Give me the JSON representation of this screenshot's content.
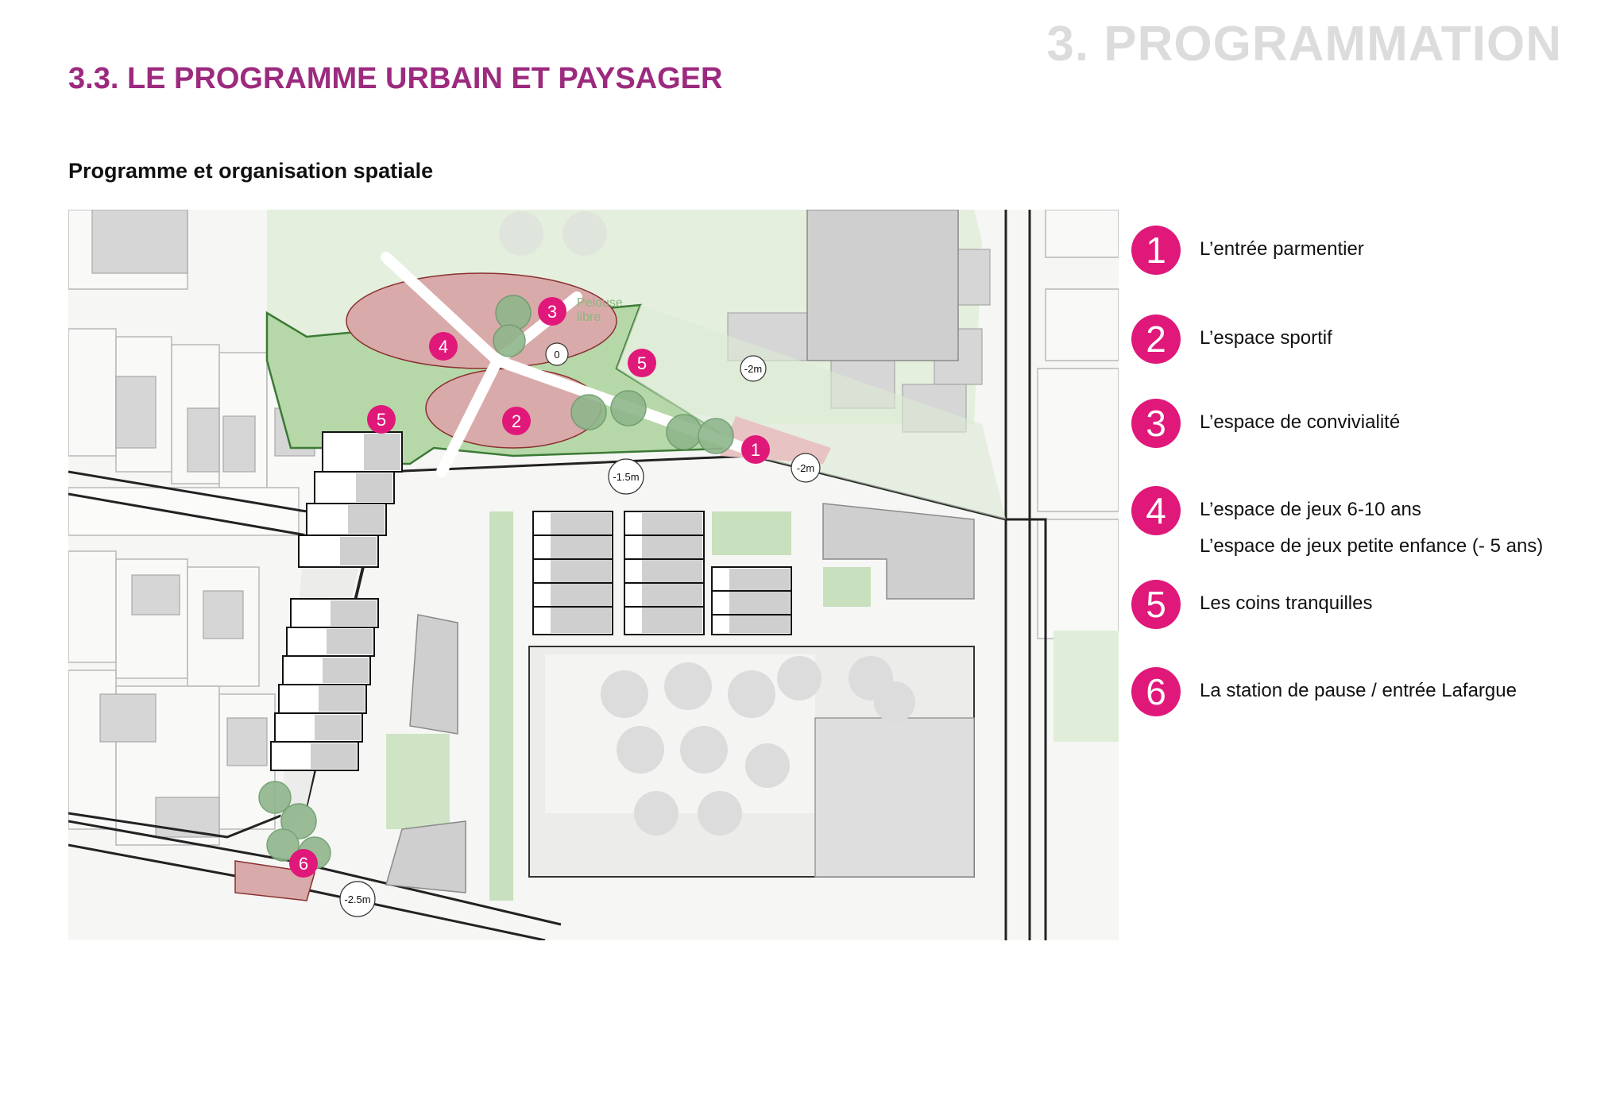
{
  "header": {
    "section": "3. PROGRAMMATION",
    "subtitle": "3.3. LE PROGRAMME URBAIN ET PAYSAGER",
    "heading": "Programme et organisation spatiale"
  },
  "map": {
    "labels": {
      "pelouse_line1": "Pelouse",
      "pelouse_line2": "libre",
      "level_0": "0",
      "level_minus2_a": "-2m",
      "level_minus2_b": "-2m",
      "level_minus15": "-1.5m",
      "level_minus25": "-2.5m"
    },
    "markers": [
      "1",
      "2",
      "3",
      "4",
      "5",
      "5",
      "6"
    ],
    "colors": {
      "accent": "#e0187a",
      "green_zone": "#b6d8a8",
      "pink_zone": "#d9aaaa",
      "buildings": "#d0d0d0",
      "background": "#f6f6f4"
    }
  },
  "legend": [
    {
      "num": "1",
      "label": "L’entrée parmentier"
    },
    {
      "num": "2",
      "label": "L’espace sportif"
    },
    {
      "num": "3",
      "label": "L’espace  de convivialité"
    },
    {
      "num": "4",
      "label": "L’espace de jeux 6-10 ans",
      "label2": "L’espace de jeux petite enfance (- 5 ans)"
    },
    {
      "num": "5",
      "label": "Les coins tranquilles"
    },
    {
      "num": "6",
      "label": "La station de pause / entrée Lafargue"
    }
  ]
}
